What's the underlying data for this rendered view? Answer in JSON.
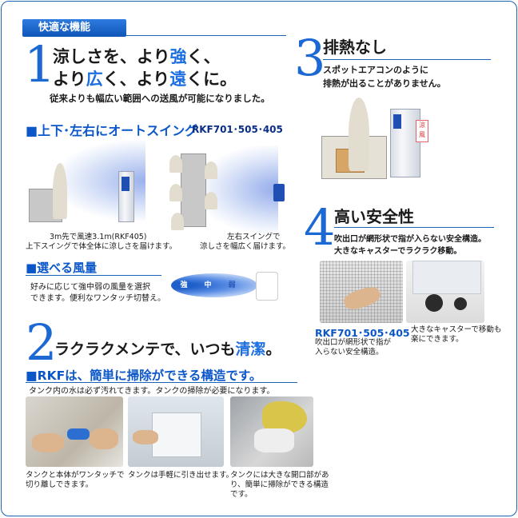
{
  "header": {
    "tag": "快適な機能"
  },
  "feature1": {
    "number": "1",
    "headline_line1": [
      "涼しさを、より",
      "強",
      "く、"
    ],
    "headline_line2": [
      "より",
      "広",
      "く、より",
      "遠",
      "くに。"
    ],
    "description": "従来よりも幅広い範囲への送風が可能になりました。"
  },
  "swing": {
    "title": "■上下･左右にオートスイング",
    "models": "RKF701･505･405",
    "caption_vertical_1": "3m先で風速3.1m(RKF405)",
    "caption_vertical_2": "上下スイングで体全体に涼しさを届けます。",
    "caption_horizontal_1": "左右スイングで",
    "caption_horizontal_2": "涼しさを幅広く届けます。"
  },
  "airflow": {
    "title": "■選べる風量",
    "desc_1": "好みに応じて強中弱の風量を選択",
    "desc_2": "できます。便利なワンタッチ切替え。",
    "levels": [
      "強",
      "中",
      "弱"
    ]
  },
  "feature3": {
    "number": "3",
    "title": "排熱なし",
    "desc_1": "スポットエアコンのように",
    "desc_2": "排熱が出ることがありません。",
    "unit_label": "涼風"
  },
  "feature4": {
    "number": "4",
    "title": "高い安全性",
    "desc_1": "吹出口が網形状で指が入らない安全構造。",
    "desc_2": "大きなキャスターでラクラク移動。",
    "models": "RKF701･505･405",
    "photo1_cap_1": "吹出口が網形状で指が",
    "photo1_cap_2": "入らない安全構造。",
    "photo2_cap_1": "大きなキャスターで移動も",
    "photo2_cap_2": "楽にできます。"
  },
  "feature2": {
    "number": "2",
    "headline": [
      "ラクラクメンテで、いつも",
      "清潔",
      "。"
    ],
    "subtitle": "■RKFは、簡単に掃除ができる構造です。",
    "note": "タンク内の水は必ず汚れてきます。タンクの掃除が必要になります。",
    "caps": [
      [
        "タンクと本体がワンタッチで",
        "切り離しできます。"
      ],
      [
        "タンクは手軽に引き出せます。"
      ],
      [
        "タンクには大きな開口部があ",
        "り、簡単に掃除ができる構造",
        "です。"
      ]
    ]
  },
  "colors": {
    "accent": "#1d6fe0",
    "navy": "#0a2e85",
    "border": "#1a63b6"
  }
}
